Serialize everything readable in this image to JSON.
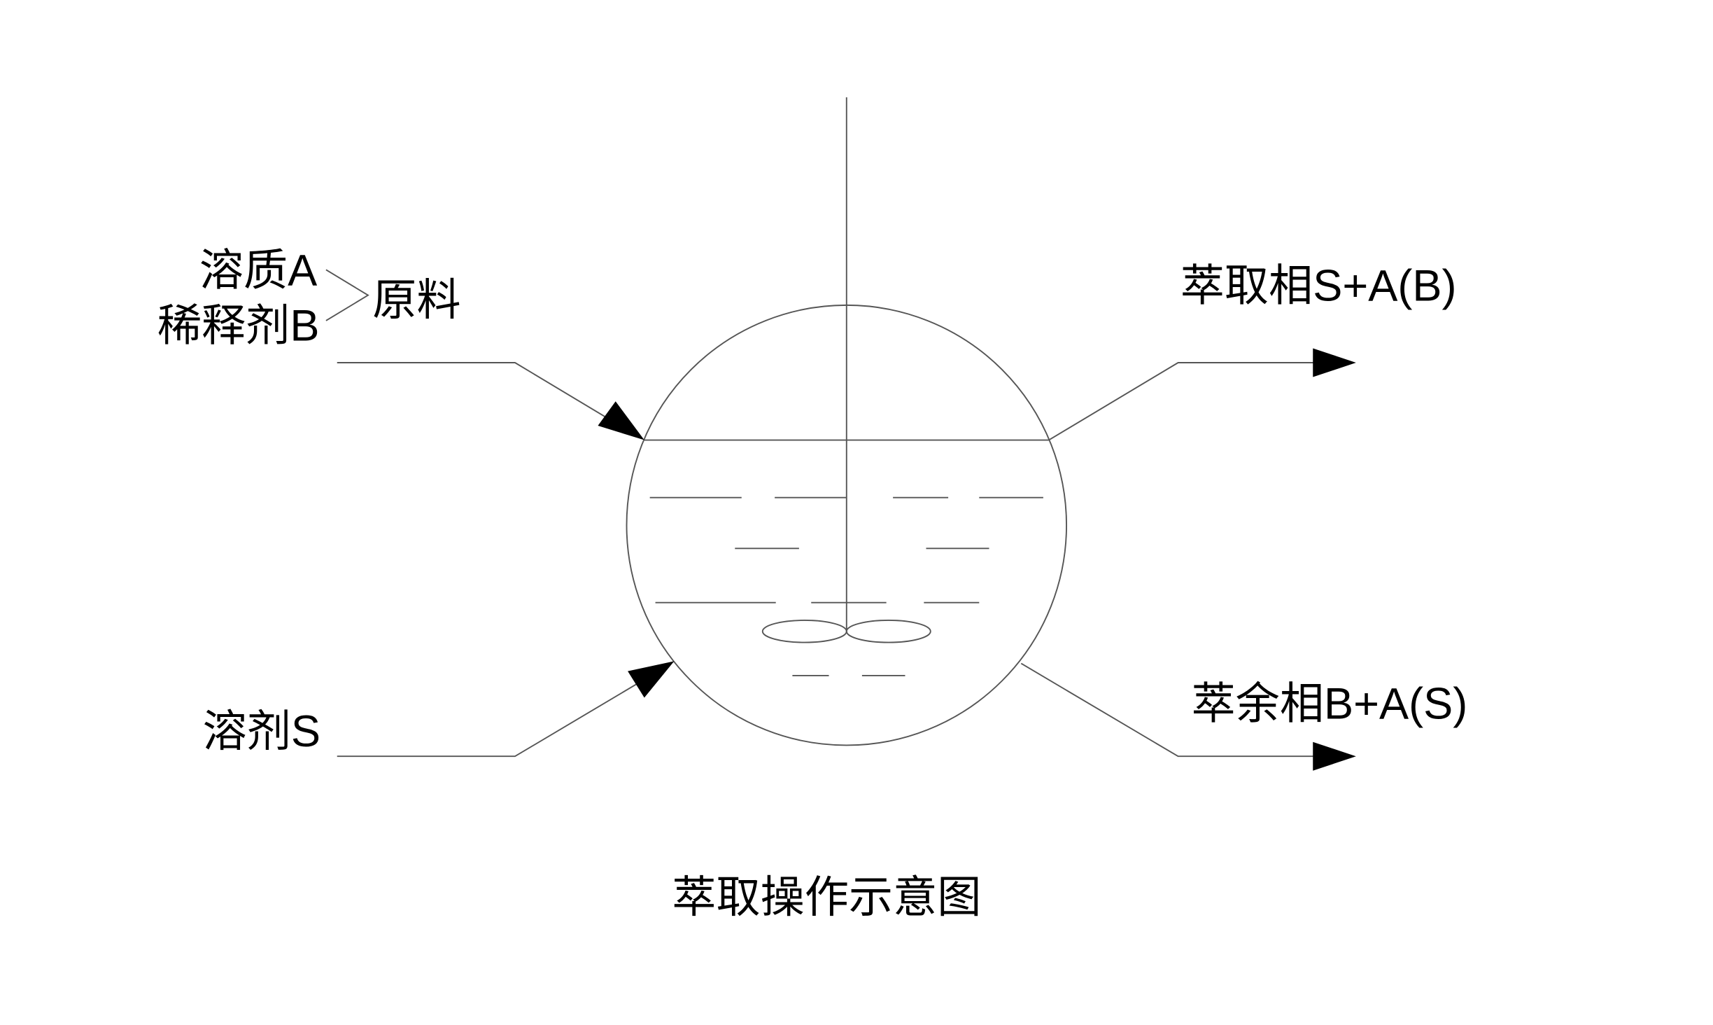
{
  "labels": {
    "solute": "溶质A",
    "diluent": "稀释剂B",
    "feed": "原料",
    "solvent": "溶剂S",
    "extract_phase": "萃取相S+A(B)",
    "raffinate_phase": "萃余相B+A(S)",
    "title": "萃取操作示意图"
  },
  "colors": {
    "line": "#555555",
    "text": "#000000"
  }
}
